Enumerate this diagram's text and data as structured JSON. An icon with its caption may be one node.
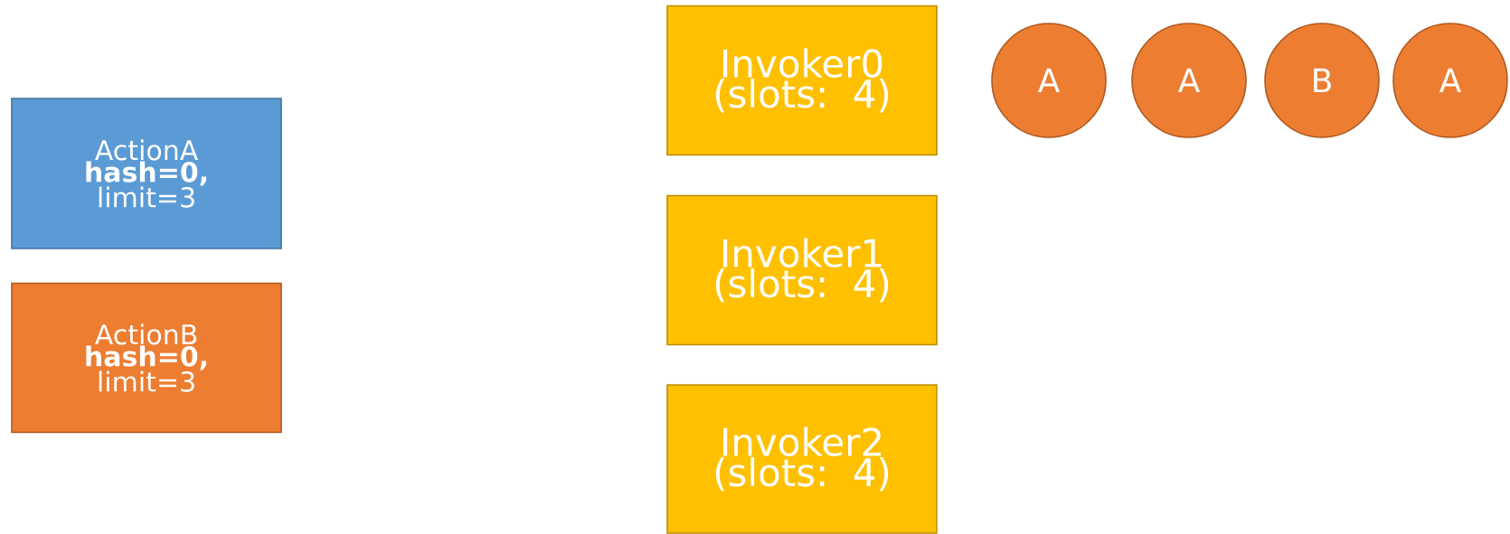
{
  "diagram": {
    "nodes": [
      {
        "text": [
          "ActionA **hash=0,** limit=3"
        ]
      },
      {
        "text": [
          "ActionB **hash=0,** limit=3"
        ]
      },
      {
        "text": [
          "Invoker0 (slots: 4)"
        ]
      },
      {
        "text": [
          "Invoker1 (slots: 4)"
        ]
      },
      {
        "text": [
          "Invoker2 (slots: 4)"
        ]
      },
      {
        "text": [
          "A"
        ]
      },
      {
        "text": [
          "A"
        ]
      },
      {
        "text": [
          "B"
        ]
      },
      {
        "text": [
          "A"
        ]
      }
    ]
  }
}
